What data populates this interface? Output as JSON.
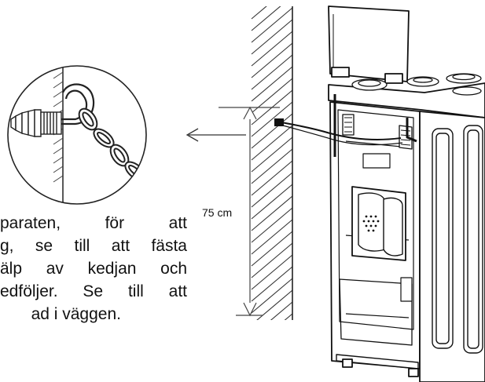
{
  "dimension_label": "75 cm",
  "instruction_lines": [
    "paraten,  för  att",
    "g, se till att fästa",
    "älp av kedjan och",
    "edföljer. Se till att",
    "ad i väggen."
  ]
}
